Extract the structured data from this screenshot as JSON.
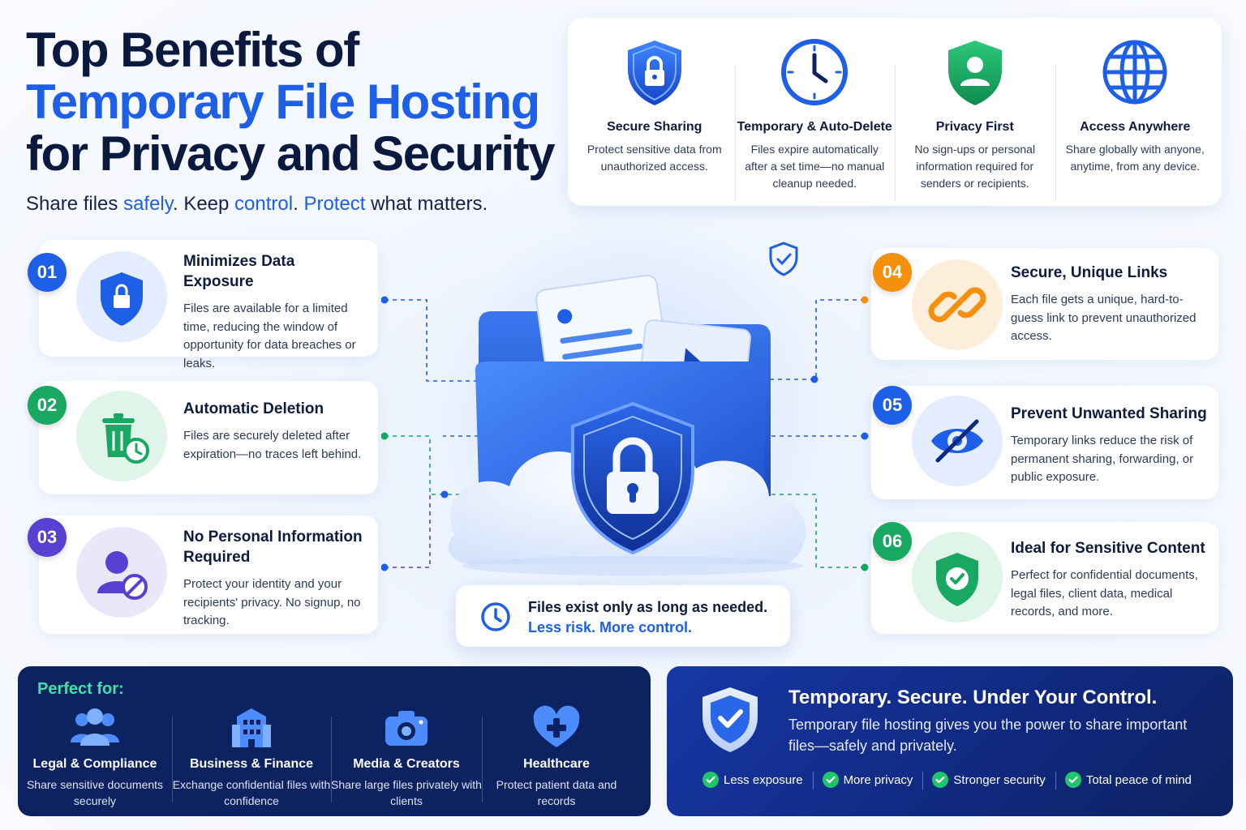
{
  "header": {
    "title_line1": "Top Benefits of",
    "title_line2": "Temporary File Hosting",
    "title_line3": "for Privacy and Security",
    "subtitle": {
      "p1": "Share files ",
      "w1": "safely",
      "p2": ". Keep ",
      "w2": "control",
      "p3": ". ",
      "w3": "Protect",
      "p4": " what matters."
    }
  },
  "features": [
    {
      "icon": "lock-shield-icon",
      "title": "Secure Sharing",
      "desc": "Protect sensitive data from unauthorized access."
    },
    {
      "icon": "clock-icon",
      "title": "Temporary & Auto-Delete",
      "desc": "Files expire automatically after a set time—no manual cleanup needed."
    },
    {
      "icon": "user-shield-icon",
      "title": "Privacy First",
      "desc": "No sign-ups or personal information required for senders or recipients."
    },
    {
      "icon": "globe-icon",
      "title": "Access Anywhere",
      "desc": "Share globally with anyone, anytime, from any device."
    }
  ],
  "benefits": [
    {
      "num": "01",
      "title": "Minimizes Data Exposure",
      "desc": "Files are available for a limited time, reducing the window of opportunity for data breaches or leaks.",
      "color": "#1d5fe6"
    },
    {
      "num": "02",
      "title": "Automatic Deletion",
      "desc": "Files are securely deleted after expiration—no traces left behind.",
      "color": "#18a862"
    },
    {
      "num": "03",
      "title": "No Personal Information Required",
      "desc": "Protect your identity and your recipients' privacy. No signup, no tracking.",
      "color": "#5a3fd3"
    },
    {
      "num": "04",
      "title": "Secure, Unique Links",
      "desc": "Each file gets a unique, hard-to-guess link to prevent unauthorized access.",
      "color": "#f5900f"
    },
    {
      "num": "05",
      "title": "Prevent Unwanted Sharing",
      "desc": "Temporary links reduce the risk of permanent sharing, forwarding, or public exposure.",
      "color": "#1d5fe6"
    },
    {
      "num": "06",
      "title": "Ideal for Sensitive Content",
      "desc": "Perfect for confidential documents, legal files, client data, medical records, and more.",
      "color": "#18a862"
    }
  ],
  "callout": {
    "line1": "Files exist only as long as needed.",
    "line2": "Less risk. More control."
  },
  "perfect_for": {
    "label": "Perfect for:",
    "items": [
      {
        "icon": "people-icon",
        "title": "Legal & Compliance",
        "desc": "Share sensitive documents securely"
      },
      {
        "icon": "building-icon",
        "title": "Business & Finance",
        "desc": "Exchange confidential files with confidence"
      },
      {
        "icon": "camera-icon",
        "title": "Media & Creators",
        "desc": "Share large files privately with clients"
      },
      {
        "icon": "heart-cross-icon",
        "title": "Healthcare",
        "desc": "Protect patient data and records"
      }
    ]
  },
  "control": {
    "title": "Temporary. Secure. Under Your Control.",
    "desc": "Temporary file hosting gives you the power to share important files—safely and privately.",
    "checks": [
      "Less exposure",
      "More privacy",
      "Stronger security",
      "Total peace of mind"
    ]
  },
  "colors": {
    "brand_blue": "#1d5fe6",
    "navy": "#0d2260",
    "green": "#18a862",
    "orange": "#f5900f",
    "purple": "#5a3fd3",
    "mint": "#3fe2a6"
  }
}
